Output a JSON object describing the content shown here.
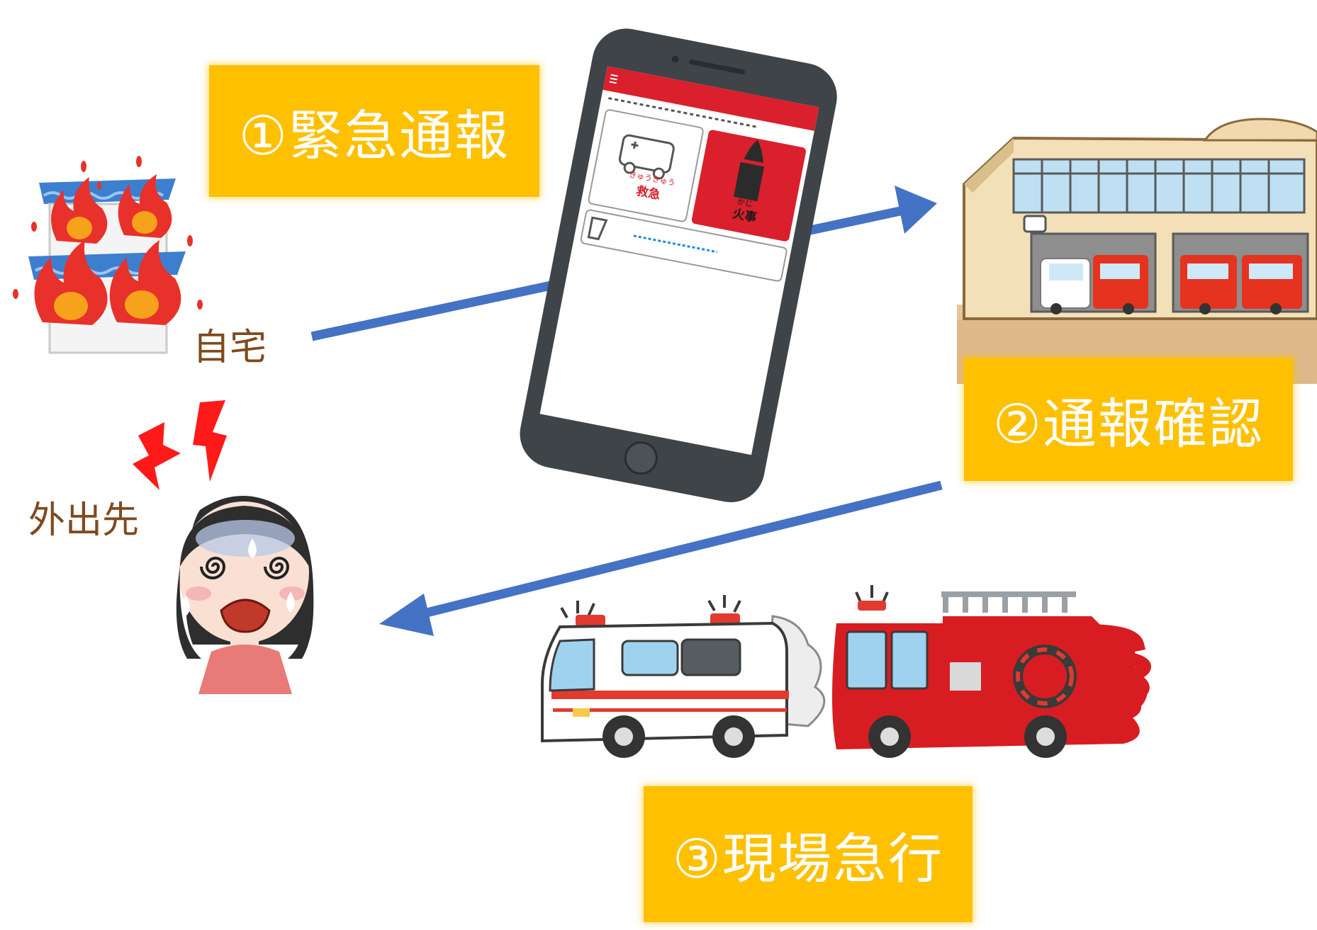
{
  "steps": {
    "step1": "①緊急通報",
    "step2": "②通報確認",
    "step3": "③現場急行"
  },
  "labels": {
    "home": "自宅",
    "outside": "外出先"
  },
  "phone": {
    "menu_icon": "hamburger-icon",
    "ambulance_label": "救急",
    "ambulance_ruby": "きゅうきゅう",
    "fire_label": "火事",
    "fire_ruby": "かじ"
  },
  "colors": {
    "step_box": "#ffc000",
    "arrow": "#4472c4",
    "label_text": "#7f4a1e",
    "phone_accent": "#d9202c"
  }
}
